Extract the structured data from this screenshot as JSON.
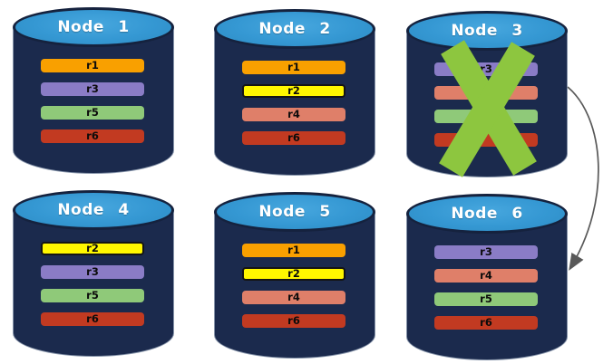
{
  "colors": {
    "cylinder_body": "#1B2A4D",
    "cylinder_top_blue": "#3598D3",
    "cylinder_border": "#15223E",
    "x_mark_green": "#8DC63F",
    "arrow_gray": "#595959",
    "replica_r1_orange": "#F9A000",
    "replica_r2_yellow": "#FFF700",
    "replica_r3_purple": "#8A7CC6",
    "replica_r4_salmon": "#DF7F69",
    "replica_r5_green": "#8FC979",
    "replica_r6_red": "#C23A21"
  },
  "nodes": [
    {
      "label": "Node 1",
      "replicas": [
        {
          "label": "r1",
          "color": "#F9A000",
          "outlined": false
        },
        {
          "label": "r3",
          "color": "#8A7CC6",
          "outlined": false
        },
        {
          "label": "r5",
          "color": "#8FC979",
          "outlined": false
        },
        {
          "label": "r6",
          "color": "#C23A21",
          "outlined": false
        }
      ]
    },
    {
      "label": "Node 2",
      "replicas": [
        {
          "label": "r1",
          "color": "#F9A000",
          "outlined": false
        },
        {
          "label": "r2",
          "color": "#FFF700",
          "outlined": true
        },
        {
          "label": "r4",
          "color": "#DF7F69",
          "outlined": false
        },
        {
          "label": "r6",
          "color": "#C23A21",
          "outlined": false
        }
      ]
    },
    {
      "label": "Node 3",
      "crossed_out": true,
      "replicas": [
        {
          "label": "r3",
          "color": "#8A7CC6",
          "outlined": false
        },
        {
          "label": "",
          "color": "#DF7F69",
          "outlined": false
        },
        {
          "label": "",
          "color": "#8FC979",
          "outlined": false
        },
        {
          "label": "",
          "color": "#C23A21",
          "outlined": false
        }
      ]
    },
    {
      "label": "Node 4",
      "replicas": [
        {
          "label": "r2",
          "color": "#FFF700",
          "outlined": true
        },
        {
          "label": "r3",
          "color": "#8A7CC6",
          "outlined": false
        },
        {
          "label": "r5",
          "color": "#8FC979",
          "outlined": false
        },
        {
          "label": "r6",
          "color": "#C23A21",
          "outlined": false
        }
      ]
    },
    {
      "label": "Node 5",
      "replicas": [
        {
          "label": "r1",
          "color": "#F9A000",
          "outlined": false
        },
        {
          "label": "r2",
          "color": "#FFF700",
          "outlined": true
        },
        {
          "label": "r4",
          "color": "#DF7F69",
          "outlined": false
        },
        {
          "label": "r6",
          "color": "#C23A21",
          "outlined": false
        }
      ]
    },
    {
      "label": "Node 6",
      "replicas": [
        {
          "label": "r3",
          "color": "#8A7CC6",
          "outlined": false
        },
        {
          "label": "r4",
          "color": "#DF7F69",
          "outlined": false
        },
        {
          "label": "r5",
          "color": "#8FC979",
          "outlined": false
        },
        {
          "label": "r6",
          "color": "#C23A21",
          "outlined": false
        }
      ]
    }
  ],
  "annotations": {
    "x_mark_on": "Node 3",
    "arrow_from": "Node 3",
    "arrow_to": "Node 6"
  }
}
